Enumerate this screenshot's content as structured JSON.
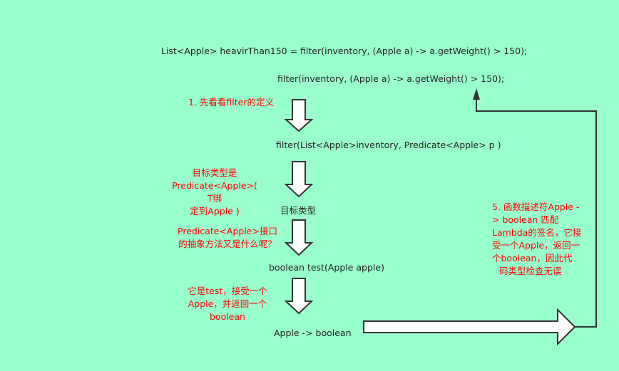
{
  "nodes": {
    "statement": "List<Apple> heavirThan150 = filter(inventory, (Apple a) -> a.getWeight() > 150);",
    "call": "filter(inventory, (Apple a) -> a.getWeight() > 150);",
    "signature": "filter(List<Apple>inventory, Predicate<Apple> p )",
    "target_type": "目标类型",
    "method": "boolean test(Apple apple)",
    "lambda_sig": "Apple -> boolean"
  },
  "annotations": {
    "step1": "1. 先看看filter的定义",
    "step2": [
      "目标类型是",
      "Predicate<Apple>( T绑",
      "定到Apple )"
    ],
    "step3": [
      "Predicate<Apple>接口",
      "的抽象方法又是什么呢？"
    ],
    "step4": [
      "它是test，接受一个",
      "Apple，并返回一个",
      "boolean"
    ],
    "step5": [
      "5. 函数描述符Apple -",
      "> boolean 匹配",
      "Lambda的签名，它接",
      "受一个Apple，返回一",
      "个boolean，因此代",
      "码类型检查无误"
    ]
  },
  "colors": {
    "background": "#99ffcc",
    "annotation": "#ff0000",
    "arrow_stroke": "#333333"
  }
}
